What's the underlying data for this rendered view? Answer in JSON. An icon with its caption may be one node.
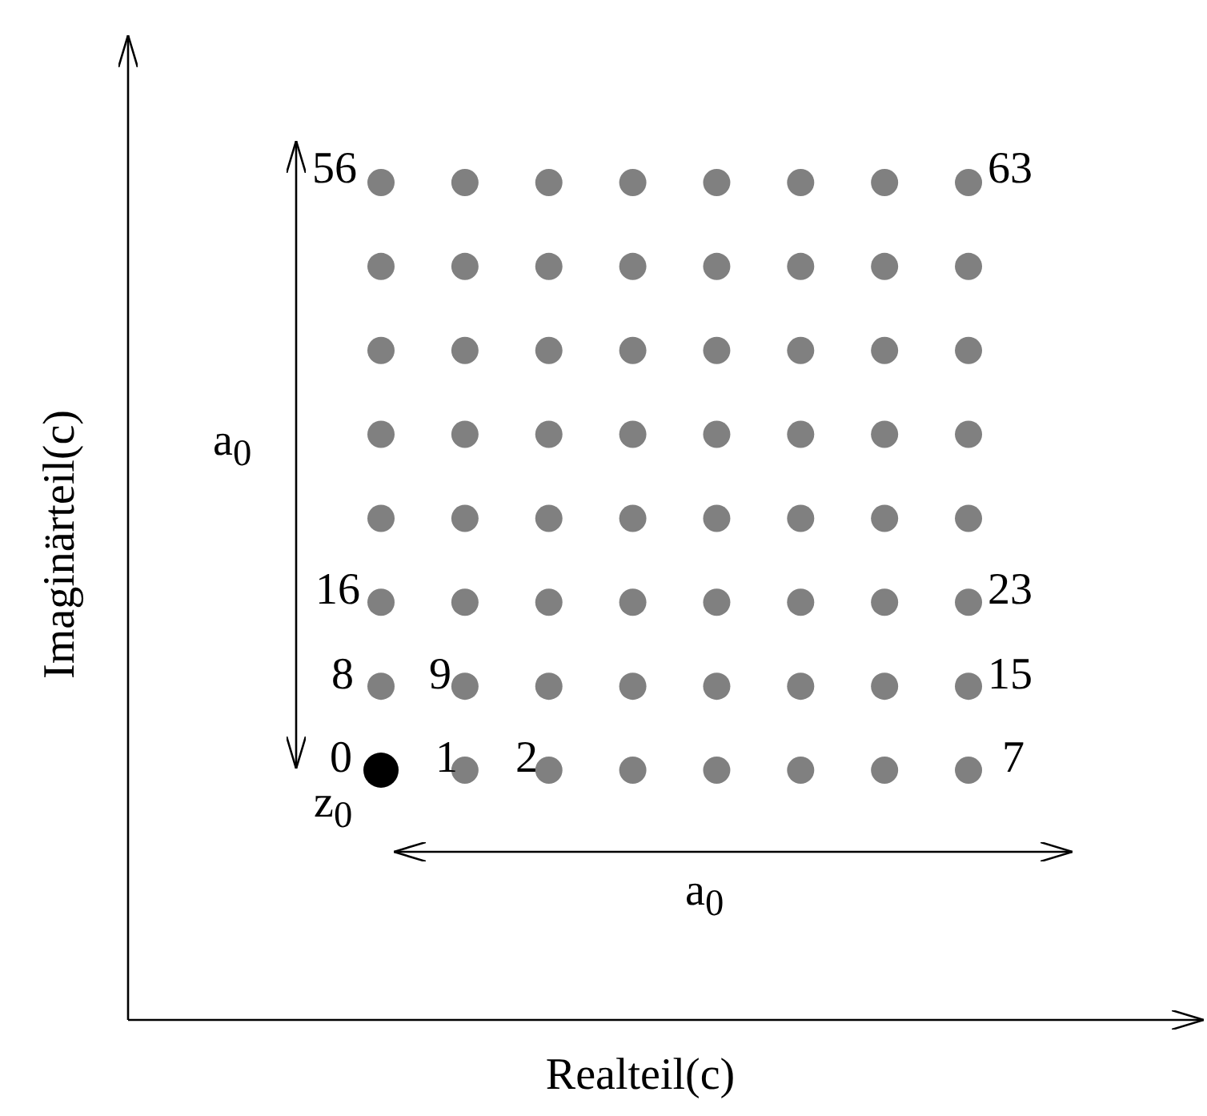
{
  "diagram": {
    "labels": [
      "56",
      "63",
      "a$_{0}$",
      "Imaginärteil(c)",
      "16",
      "23",
      "8",
      "9",
      "15",
      "0",
      "1",
      "2",
      "7",
      "z$_{0}$",
      "a$_{0}$",
      "Realteil(c)"
    ]
  }
}
